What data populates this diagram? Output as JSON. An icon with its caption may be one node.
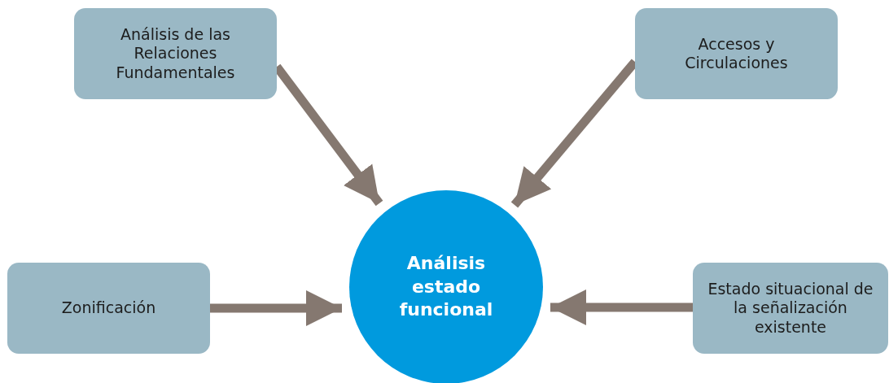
{
  "diagram": {
    "nodes": [
      {
        "text": [
          "Análisis de las Relaciones Fundamentales"
        ]
      },
      {
        "text": [
          "Accesos y Circulaciones"
        ]
      },
      {
        "text": [
          "Zonificación"
        ]
      },
      {
        "text": [
          "Análisis estado funcional"
        ]
      },
      {
        "text": [
          "Estado situacional de la señalización existente"
        ]
      }
    ],
    "edges": [
      {
        "from": 0,
        "to": 3,
        "arrow": "to"
      },
      {
        "from": 1,
        "to": 3,
        "arrow": "to"
      },
      {
        "from": 2,
        "to": 3,
        "arrow": "to"
      },
      {
        "from": 4,
        "to": 3,
        "arrow": "to"
      }
    ]
  }
}
